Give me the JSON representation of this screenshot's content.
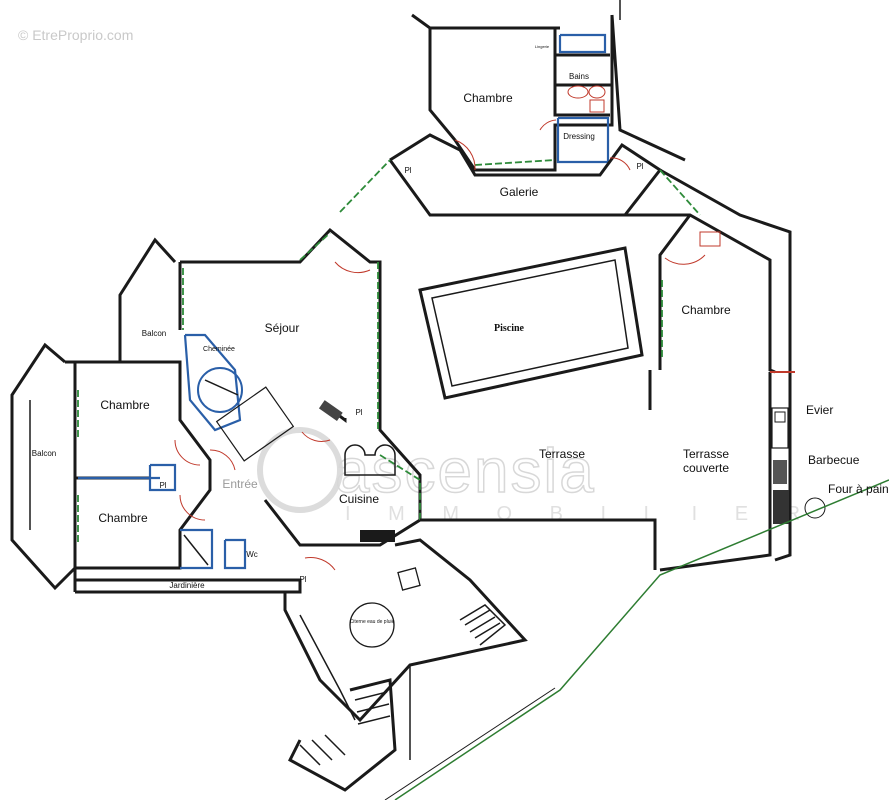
{
  "watermark": "© EtreProprio.com",
  "brand_watermark": {
    "name": "ascensia",
    "tagline": "I M M O B I L I E R"
  },
  "rooms": {
    "chambre_top": "Chambre",
    "bains": "Bains",
    "dressing": "Dressing",
    "lingerie": "Lingerie",
    "galerie": "Galerie",
    "pl_galerie_left": "Pl",
    "pl_galerie_right": "Pl",
    "sejour": "Séjour",
    "cheminee": "Cheminée",
    "balcon_upper": "Balcon",
    "balcon_left": "Balcon",
    "chambre_left_upper": "Chambre",
    "chambre_left_lower": "Chambre",
    "pl_chambre": "Pl",
    "entree": "Entrée",
    "wc": "Wc",
    "pl_entree": "Pl",
    "pl_cuisine": "Pl",
    "cuisine": "Cuisine",
    "jardiniere": "Jardinière",
    "piscine": "Piscine",
    "terrasse": "Terrasse",
    "terrasse_couverte": "Terrasse couverte",
    "chambre_right": "Chambre",
    "citerne": "Citerne eau de pluie"
  },
  "fixtures": {
    "evier": "Evier",
    "barbecue": "Barbecue",
    "four": "Four à pain"
  },
  "colors": {
    "walls": "#1a1a1a",
    "glazing": "#2e8b3a",
    "blue_partitions": "#2a5fa8",
    "doors": "#c0392b",
    "watermark": "#c9c9c9"
  }
}
